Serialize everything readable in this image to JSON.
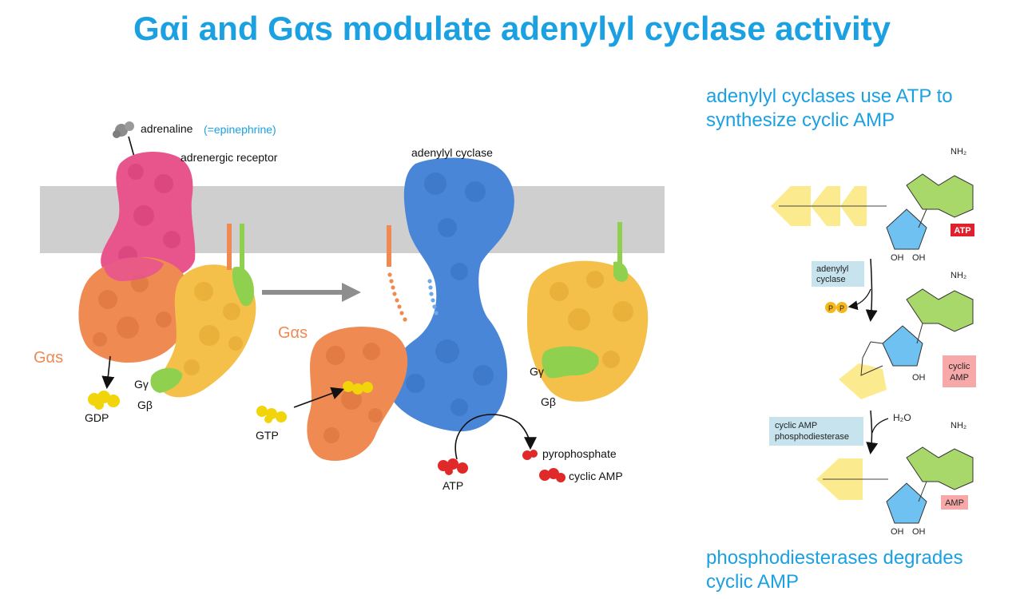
{
  "title": "Gαi and Gαs modulate adenylyl cyclase activity",
  "captions": {
    "top": [
      "adenylyl cyclases use ATP to",
      "synthesize cyclic AMP"
    ],
    "bottom": [
      "phosphodiesterases degrades",
      "cyclic AMP"
    ]
  },
  "labels": {
    "adrenaline": "adrenaline",
    "epinephrine": "(=epinephrine)",
    "receptor": "adrenergic receptor",
    "adenylyl_cyclase": "adenylyl cyclase",
    "g_alpha_s_left": "Gαs",
    "g_alpha_s_mid": "Gαs",
    "gamma_left": "Gγ",
    "beta_left": "Gβ",
    "gamma_right": "Gγ",
    "beta_right": "Gβ",
    "gdp": "GDP",
    "gtp": "GTP",
    "atp": "ATP",
    "pyrophosphate": "pyrophosphate",
    "cyclic_amp": "cyclic AMP"
  },
  "scheme": {
    "nh2": "NH₂",
    "oh": "OH",
    "water": "H₂O",
    "enzyme1": [
      "adenylyl",
      "cyclase"
    ],
    "enzyme2": [
      "cyclic AMP",
      "phosphodiesterase"
    ],
    "tag_atp": "ATP",
    "tag_camp": [
      "cyclic",
      "AMP"
    ],
    "tag_amp": "AMP",
    "ppi": [
      "P",
      "P"
    ]
  },
  "colors": {
    "title": "#1ba1e2",
    "membrane": "#cfcfcf",
    "receptor": "#e8548c",
    "g_alpha": "#ee8a52",
    "g_beta": "#f4c04a",
    "g_gamma": "#8fd14f",
    "cyclase": "#4a86d8",
    "atp_molecule": "#e02a2a",
    "gdp_molecule": "#f2d40a"
  }
}
